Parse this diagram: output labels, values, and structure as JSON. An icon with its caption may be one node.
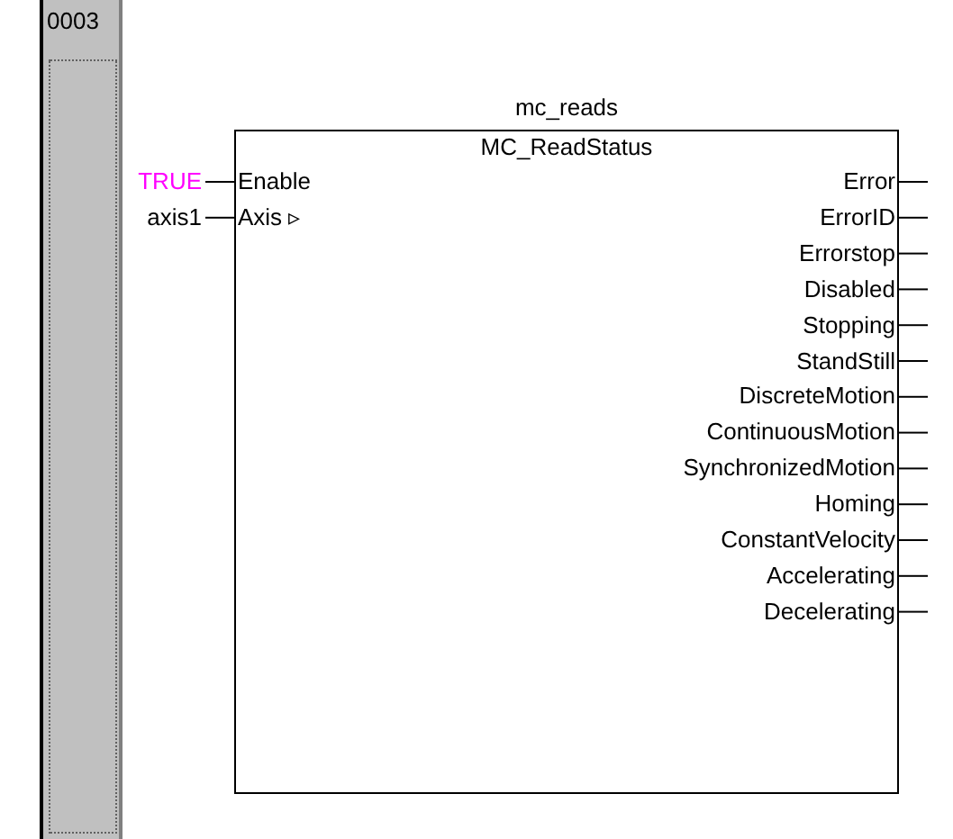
{
  "diagram": {
    "nodes": [
      {
        "text": [
          "0003"
        ]
      },
      {
        "text": [
          "TRUE"
        ]
      },
      {
        "text": [
          "axis1"
        ]
      },
      {
        "text": [
          "MC_ReadStatus"
        ],
        "beside": [
          "mc_reads"
        ]
      }
    ],
    "edges": [
      {
        "from": 1,
        "to": 3,
        "arrow": "none"
      },
      {
        "from": 2,
        "to": 3,
        "arrow": "none"
      },
      {
        "from": 3,
        "to": null,
        "arrow": "none"
      },
      {
        "from": 3,
        "to": null,
        "arrow": "none"
      },
      {
        "from": 3,
        "to": null,
        "arrow": "none"
      },
      {
        "from": 3,
        "to": null,
        "arrow": "none"
      },
      {
        "from": 3,
        "to": null,
        "arrow": "none"
      },
      {
        "from": 3,
        "to": null,
        "arrow": "none"
      },
      {
        "from": 3,
        "to": null,
        "arrow": "none"
      },
      {
        "from": 3,
        "to": null,
        "arrow": "none"
      },
      {
        "from": 3,
        "to": null,
        "arrow": "none"
      },
      {
        "from": 3,
        "to": null,
        "arrow": "none"
      },
      {
        "from": 3,
        "to": null,
        "arrow": "none"
      },
      {
        "from": 3,
        "to": null,
        "arrow": "none"
      },
      {
        "from": 3,
        "to": null,
        "arrow": "none"
      }
    ],
    "labels": [
      "Enable",
      "Error",
      "Axis ▹",
      "ErrorID",
      "Errorstop",
      "Disabled",
      "Stopping",
      "StandStill",
      "DiscreteMotion",
      "ContinuousMotion",
      "SynchronizedMotion",
      "Homing",
      "ConstantVelocity",
      "Accelerating",
      "Decelerating"
    ]
  }
}
